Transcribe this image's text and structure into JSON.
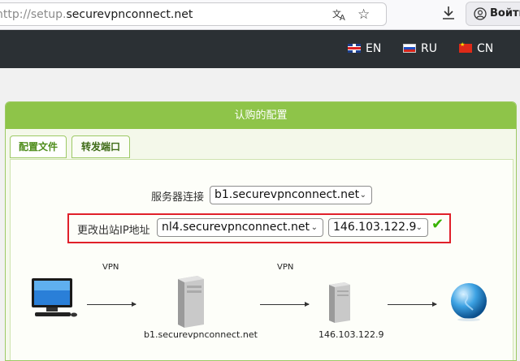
{
  "browser": {
    "url_prefix": "http://setup.",
    "url_domain": "securevpnconnect.net",
    "signin_label": "Войти"
  },
  "header": {
    "languages": [
      {
        "code": "EN",
        "flag": "uk-flag-icon"
      },
      {
        "code": "RU",
        "flag": "russia-flag-icon"
      },
      {
        "code": "CN",
        "flag": "china-flag-icon"
      }
    ]
  },
  "panel": {
    "title": "认购的配置",
    "tabs": [
      {
        "label": "配置文件",
        "active": true
      },
      {
        "label": "转发端口",
        "active": false
      }
    ],
    "server_label": "服务器连接",
    "server_value": "b1.securevpnconnect.net",
    "exit_label": "更改出站IP地址",
    "exit_server_value": "nl4.securevpnconnect.net",
    "exit_ip_value": "146.103.122.9"
  },
  "diagram": {
    "vpn_label_1": "VPN",
    "vpn_label_2": "VPN",
    "node1_label": "b1.securevpnconnect.net",
    "node2_label": "146.103.122.9"
  },
  "colors": {
    "accent_green": "#8ec449",
    "highlight_red": "#e0202a",
    "check_green": "#37b200",
    "header_dark": "#2b3034"
  }
}
